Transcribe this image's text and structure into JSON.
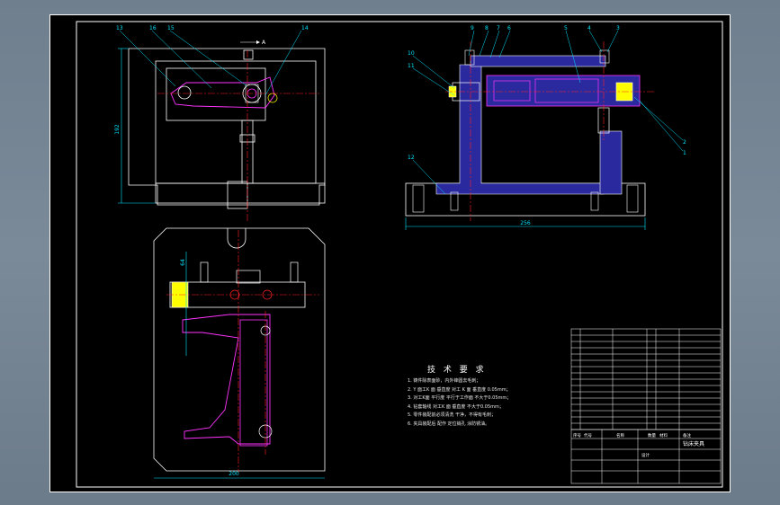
{
  "technical_requirements": {
    "title": "技 术 要 求",
    "notes": [
      "1. 铸件除表面砂，内外锋圆去毛刺；",
      "2. Y 面工K 面 垂直度 对工 K 面 垂直度 0.05mm；",
      "3. 对工K面 平行度 平行于工作面 不大于0.05mm；",
      "4. 钻套轴线 对工K 面 垂直度 不大于0.05mm；",
      "5. 零件装配前必须清洗 干净，不得有毛刺；",
      "6. 夹具装配后 配作 定位销孔 涂防锈油。"
    ]
  },
  "front_view": {
    "callouts": [
      "13",
      "16",
      "15",
      "14"
    ],
    "height_dim": "192",
    "arrow_label": "A"
  },
  "side_view": {
    "callouts_top": [
      "9",
      "8",
      "7",
      "6",
      "5",
      "4",
      "3"
    ],
    "callouts_left": [
      "10",
      "11",
      "12"
    ],
    "callouts_right": [
      "2",
      "1"
    ],
    "width_dim": "256"
  },
  "plan_view": {
    "width_dim": "200",
    "side_dim": "64"
  },
  "parts_list": {
    "rows": 16,
    "header": [
      "序号",
      "代号",
      "名称",
      "数量",
      "材料",
      "备注"
    ]
  },
  "title_block": {
    "drawing_name": "钻床夹具",
    "school": "设计"
  },
  "colors": {
    "background": "#000000",
    "frame": "#ffffff",
    "dimension": "#00e5ff",
    "part_fill": "#2a2a9e",
    "highlight": "#ff33ff",
    "centerline": "#ff2020",
    "yellow": "#ffff00"
  }
}
